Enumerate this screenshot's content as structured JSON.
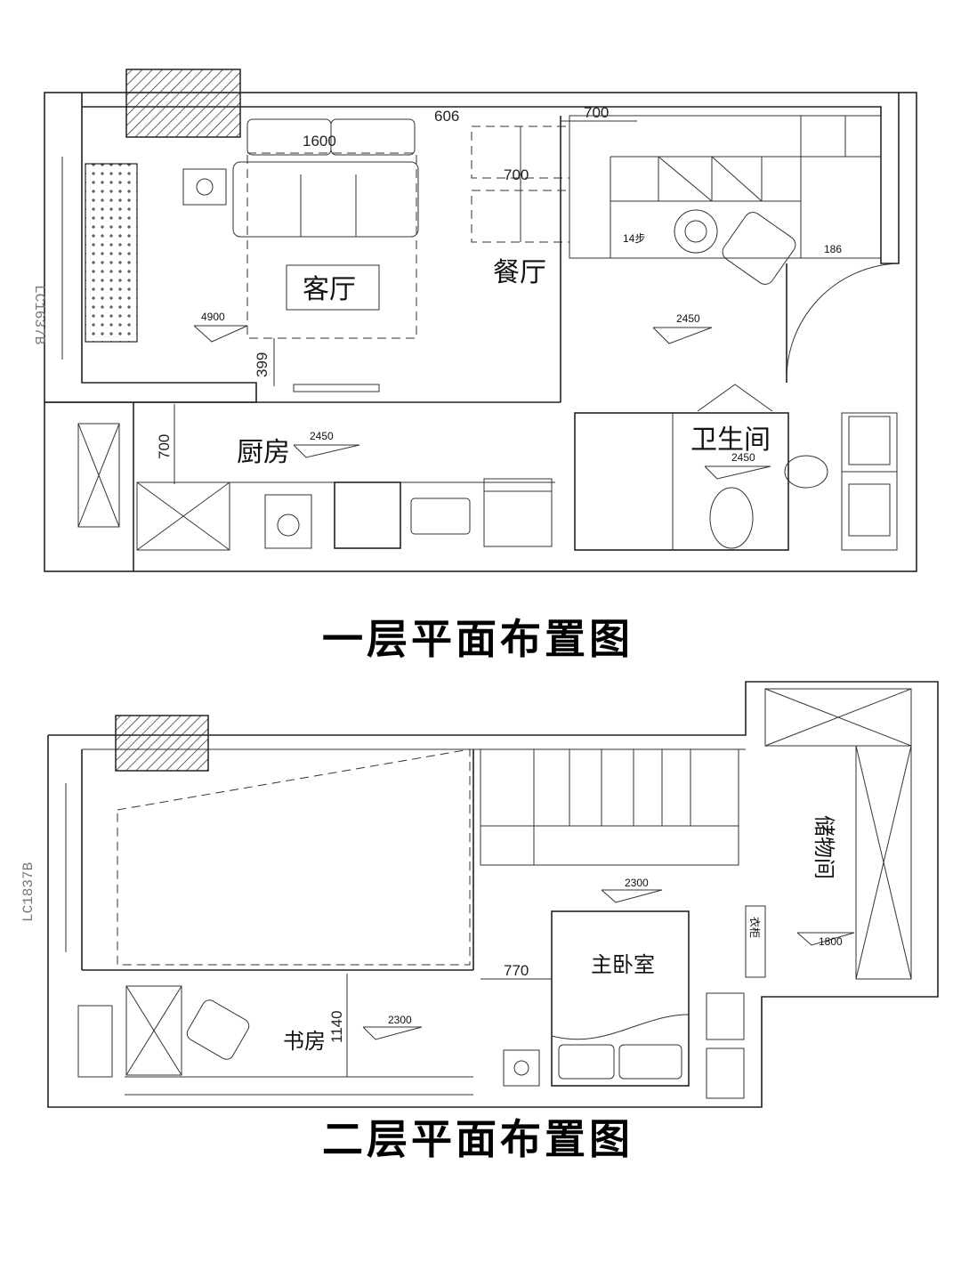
{
  "floor1": {
    "title": "一层平面布置图",
    "rooms": {
      "living": "客厅",
      "dining": "餐厅",
      "kitchen": "厨房",
      "bathroom": "卫生间"
    },
    "dims": {
      "d606": "606",
      "d700_top": "700",
      "d700_table": "700",
      "d1600": "1600",
      "d14steps": "14步",
      "d186": "186",
      "d4900": "4900",
      "d399": "399",
      "d2450_dining": "2450",
      "d700_kitchen": "700",
      "d2450_kitchen": "2450",
      "d2450_bath": "2450"
    },
    "side_label": "LC1637B"
  },
  "floor2": {
    "title": "二层平面布置图",
    "rooms": {
      "master": "主卧室",
      "study": "书房",
      "storage": "储物间",
      "wardrobe": "衣柜"
    },
    "dims": {
      "d2300_stair": "2300",
      "d770": "770",
      "d1140": "1140",
      "d2300_study": "2300",
      "d1800": "1800"
    },
    "side_label": "LC1837B"
  }
}
